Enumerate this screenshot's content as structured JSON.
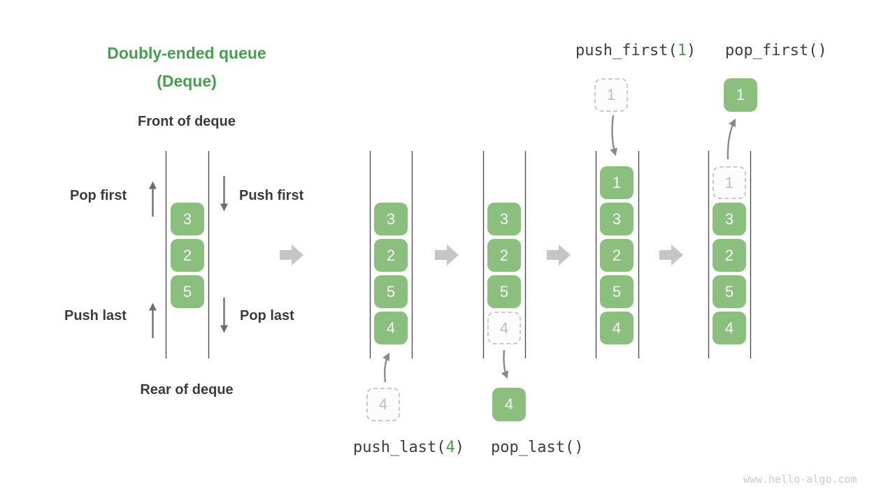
{
  "title": {
    "line1": "Doubly-ended queue",
    "line2": "(Deque)"
  },
  "labels": {
    "front": "Front of deque",
    "rear": "Rear of deque",
    "pop_first": "Pop first",
    "push_first": "Push first",
    "push_last": "Push last",
    "pop_last": "Pop last"
  },
  "operations": {
    "push_first": {
      "prefix": "push_first(",
      "arg": "1",
      "suffix": ")"
    },
    "pop_first": {
      "prefix": "pop_first()",
      "arg": "",
      "suffix": ""
    },
    "push_last": {
      "prefix": "push_last(",
      "arg": "4",
      "suffix": ")"
    },
    "pop_last": {
      "prefix": "pop_last()",
      "arg": "",
      "suffix": ""
    }
  },
  "queues": [
    {
      "name": "deque-initial",
      "cells": [
        {
          "value": "3"
        },
        {
          "value": "2"
        },
        {
          "value": "5"
        }
      ]
    },
    {
      "name": "deque-after-push-last",
      "cells": [
        {
          "value": "3"
        },
        {
          "value": "2"
        },
        {
          "value": "5"
        },
        {
          "value": "4"
        }
      ]
    },
    {
      "name": "deque-during-pop-last",
      "cells": [
        {
          "value": "3"
        },
        {
          "value": "2"
        },
        {
          "value": "5"
        },
        {
          "value": "4",
          "state": "dashed"
        }
      ]
    },
    {
      "name": "deque-after-push-first",
      "cells": [
        {
          "value": "1"
        },
        {
          "value": "3"
        },
        {
          "value": "2"
        },
        {
          "value": "5"
        },
        {
          "value": "4"
        }
      ]
    },
    {
      "name": "deque-during-pop-first",
      "cells": [
        {
          "value": "1",
          "state": "dashed"
        },
        {
          "value": "3"
        },
        {
          "value": "2"
        },
        {
          "value": "5"
        },
        {
          "value": "4"
        }
      ]
    }
  ],
  "floating": {
    "push_last_incoming": "4",
    "pop_last_removed": "4",
    "push_first_incoming": "1",
    "pop_first_removed": "1"
  },
  "watermark": "www.hello-algo.com",
  "colors": {
    "box_green": "#8bbf7d",
    "title_green": "#44a04c",
    "code_arg_green": "#42a04a",
    "text_dark": "#3b3b3b",
    "block_arrow_gray": "#c5c5c5",
    "thin_arrow_gray": "#6e6e6e",
    "dashed_border_gray": "#c9c9c9"
  }
}
